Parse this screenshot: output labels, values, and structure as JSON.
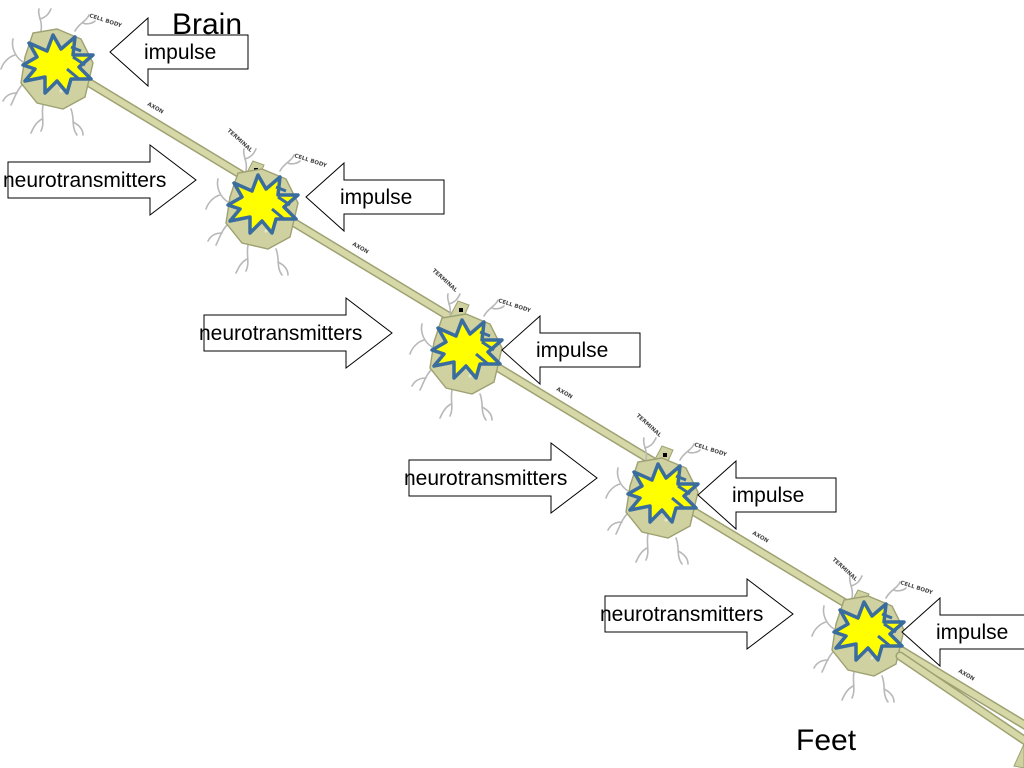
{
  "title_top": "Brain",
  "title_bottom": "Feet",
  "neuron_parts": {
    "cell_body": "CELL BODY",
    "axon": "AXON",
    "terminal": "TERMINAL"
  },
  "impulse_label": "impulse",
  "neurotransmitter_label": "neurotransmitters",
  "colors": {
    "cell_fill": "#cfd1a0",
    "cell_stroke": "#9ea172",
    "nucleus": "#2f6a2e",
    "starburst_fill": "#ffff00",
    "starburst_stroke": "#3a6d9e",
    "dendrite": "#b8b8b8"
  },
  "neuron_count": 5
}
